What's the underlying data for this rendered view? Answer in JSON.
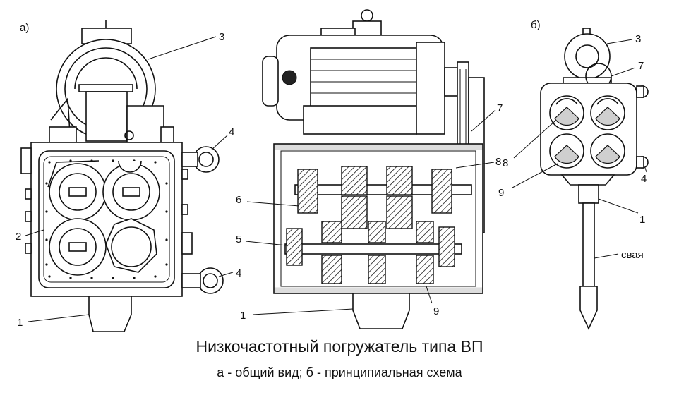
{
  "view_labels": {
    "a": "а)",
    "b": "б)"
  },
  "callouts": {
    "a": [
      "3",
      "4",
      "2",
      "4",
      "1"
    ],
    "middle": [
      "7",
      "8",
      "6",
      "5",
      "1",
      "9"
    ],
    "b": [
      "3",
      "7",
      "8",
      "9",
      "4",
      "1",
      "свая"
    ]
  },
  "caption": {
    "title": "Низкочастотный погружатель типа ВП",
    "subtitle": "а - общий вид; б - принципиальная схема"
  }
}
